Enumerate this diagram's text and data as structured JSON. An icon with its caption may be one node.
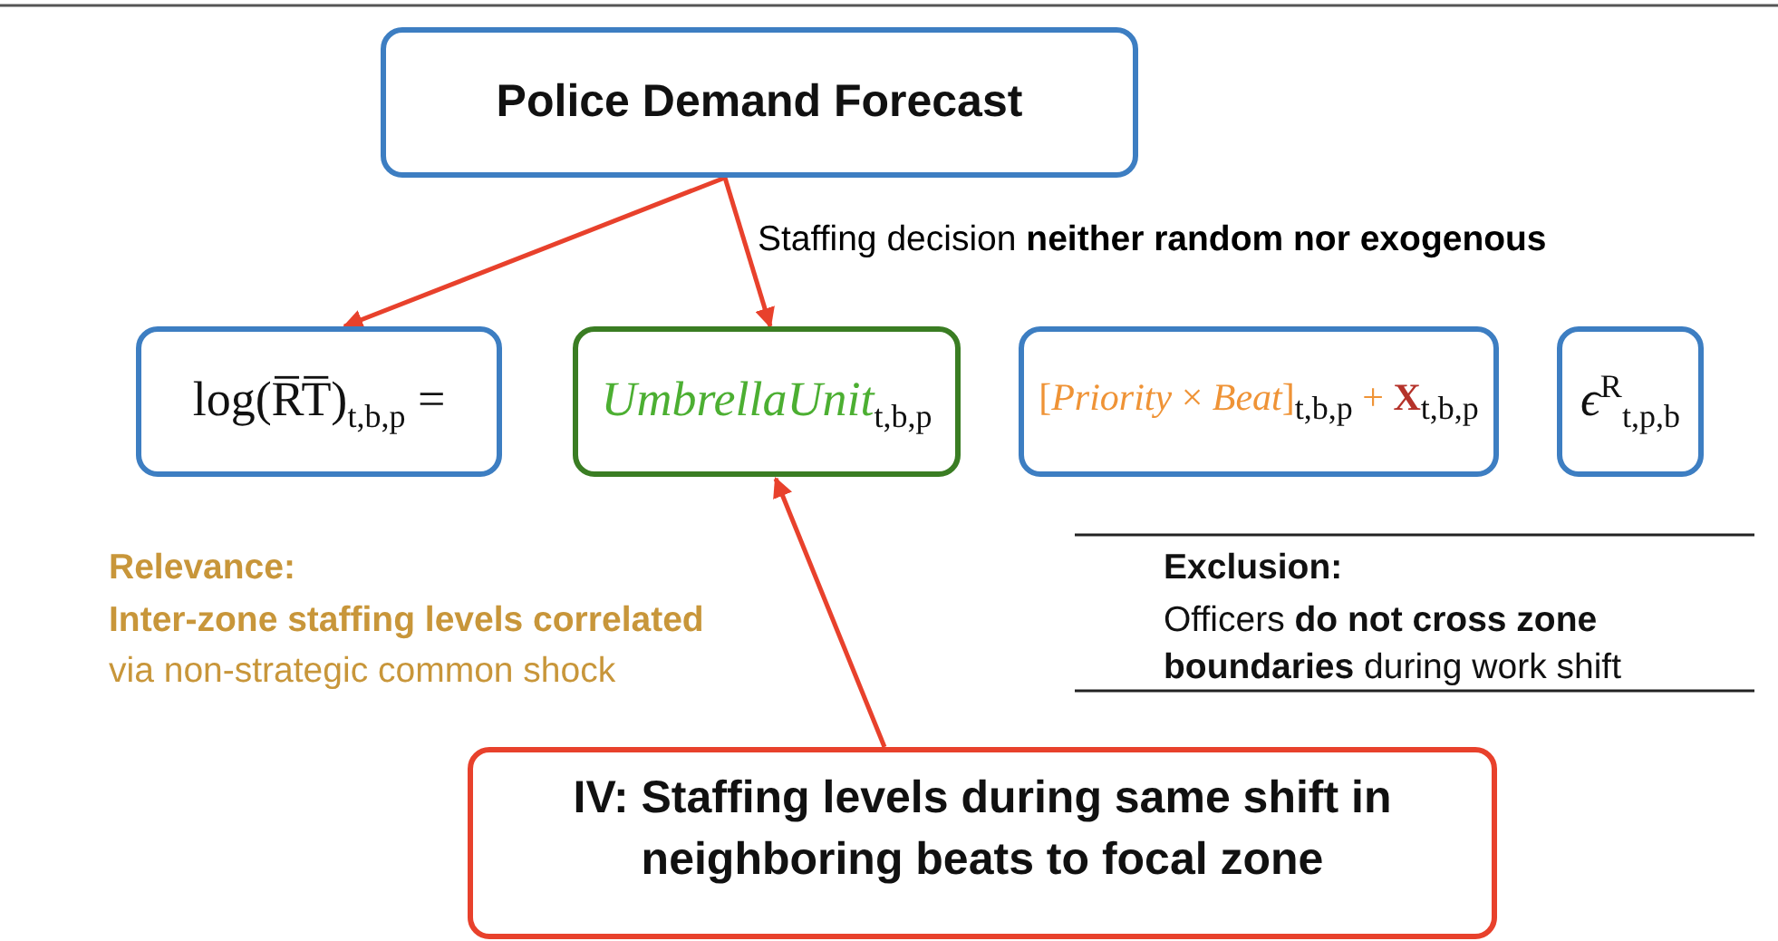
{
  "diagram": {
    "nodes": [
      {
        "text": [
          "Police Demand Forecast"
        ]
      },
      {
        "text": [
          "log(R̅T̅)$_{t,b,p}$ ="
        ]
      },
      {
        "text": [
          "*UmbrellaUnit*$_{t,b,p}$"
        ]
      },
      {
        "text": [
          "[*Priority* × *Beat*]$_{t,b,p}$ + **X**$_{t,b,p}$"
        ]
      },
      {
        "text": [
          "*ϵ*$^{R}$$_{t,p,b}$"
        ]
      },
      {
        "text": [
          "IV: Staffing levels during same shift in neighboring beats to focal zone"
        ]
      }
    ],
    "edges": [
      {
        "from": 0,
        "to": 1,
        "arrow": "to"
      },
      {
        "from": 0,
        "to": 2,
        "arrow": "to",
        "label": "Staffing decision **neither random nor exogenous**"
      },
      {
        "from": 5,
        "to": 2,
        "arrow": "to"
      }
    ],
    "labels": [
      "Relevance:",
      "Inter-zone staffing levels correlated",
      "via non-strategic common shock",
      "Exclusion:",
      "Officers **do not cross zone boundaries** during work shift"
    ]
  }
}
